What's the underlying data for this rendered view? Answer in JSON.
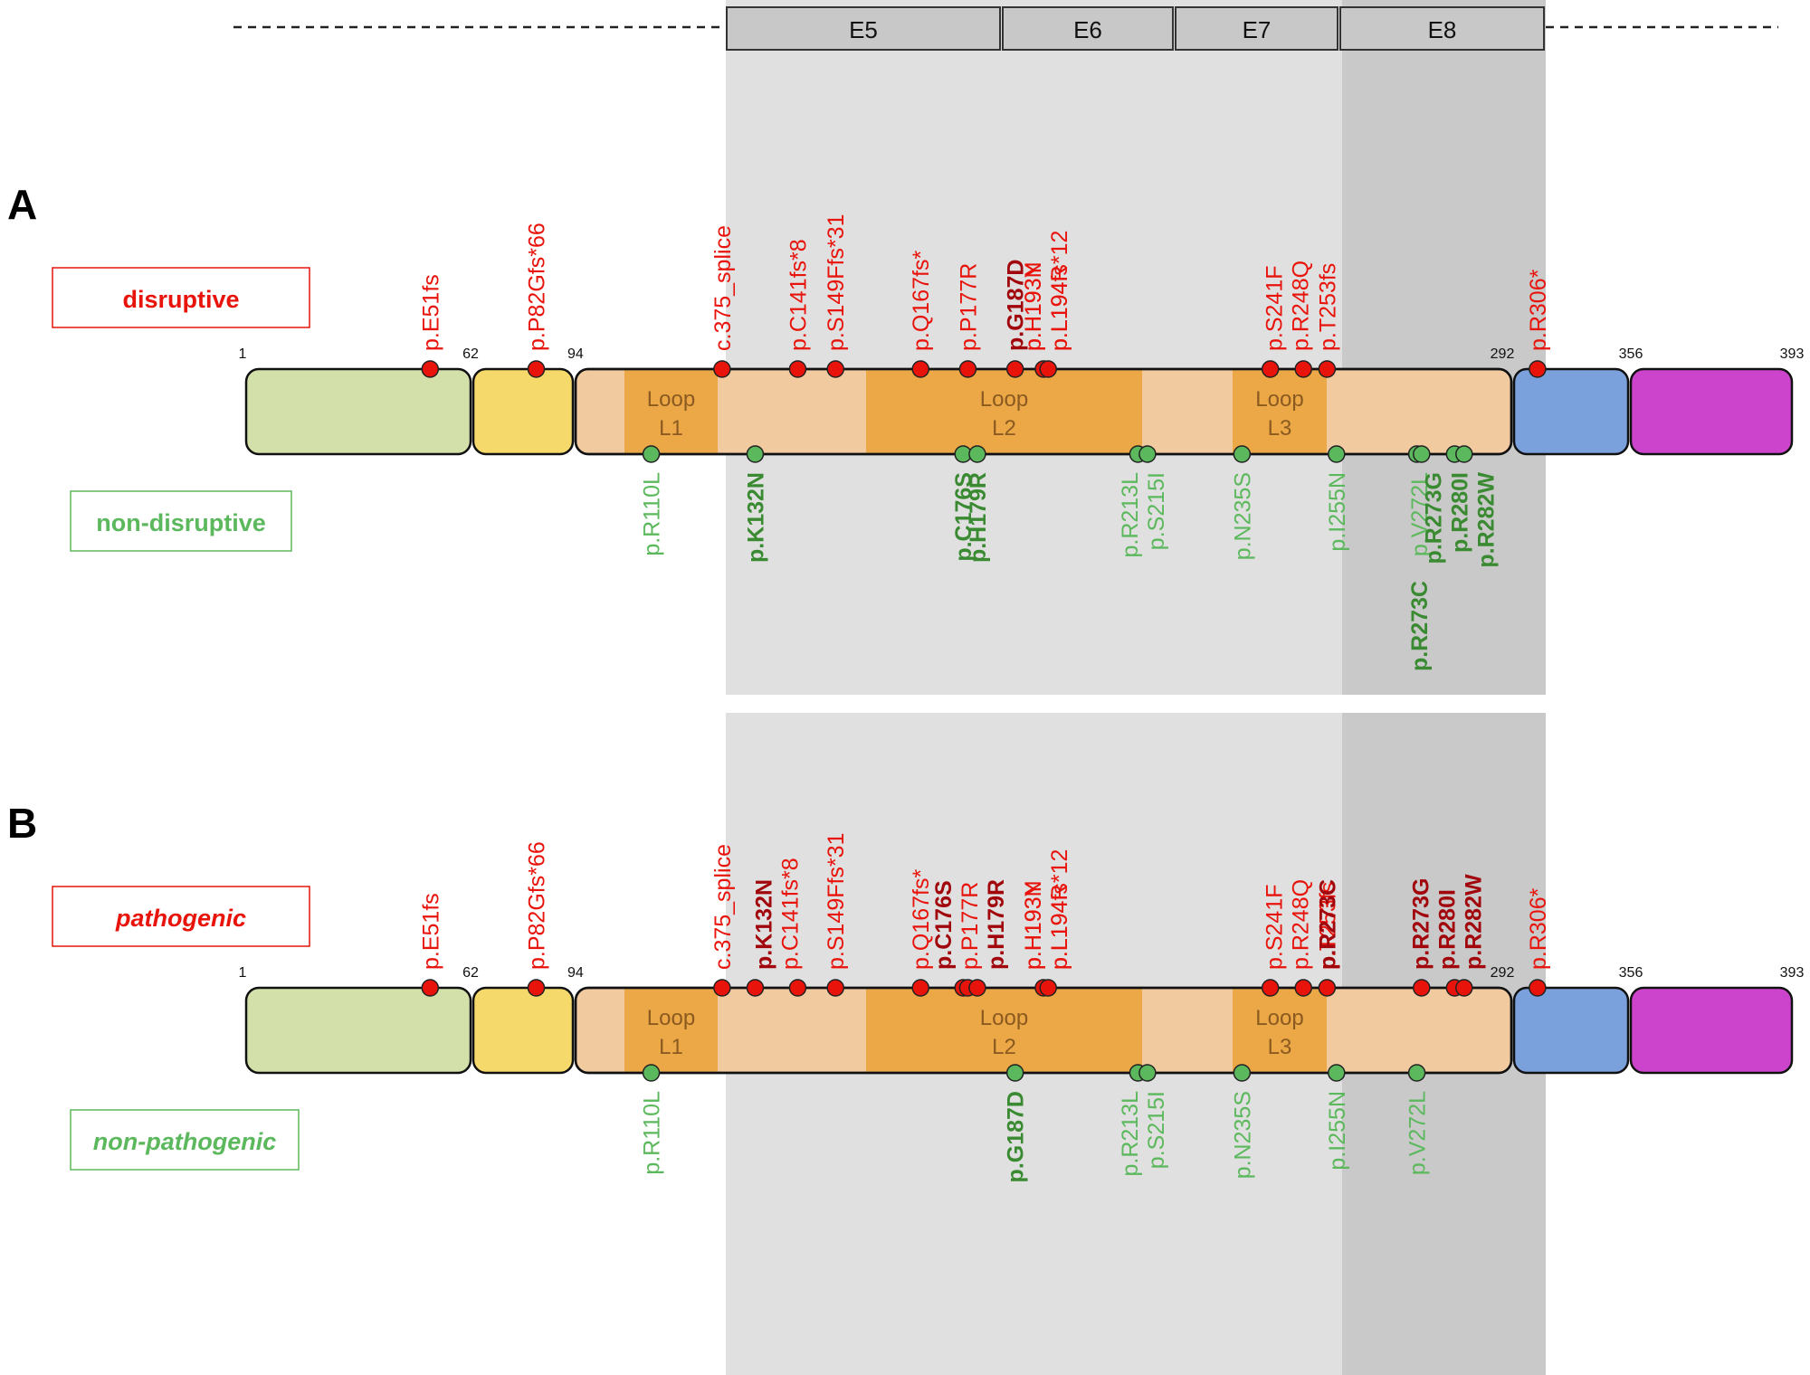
{
  "exons": [
    {
      "label": "E5"
    },
    {
      "label": "E6"
    },
    {
      "label": "E7"
    },
    {
      "label": "E8"
    }
  ],
  "domain_colors": {
    "d1": "#d4e0aa",
    "d2": "#f5d96b",
    "d3": "#f1caa0",
    "loop": "#eca846",
    "d4": "#7ba1dc",
    "d5": "#cc44cc",
    "shade_light": "#e0e0e0",
    "shade_dark": "#c9c9c9",
    "exon_fill": "#c8c8c8",
    "red": "#e8140c",
    "dark_red": "#a0060c",
    "green": "#5cb85c",
    "dark_green": "#3a8a32"
  },
  "loops": [
    {
      "line1": "Loop",
      "line2": "L1"
    },
    {
      "line1": "Loop",
      "line2": "L2"
    },
    {
      "line1": "Loop",
      "line2": "L3"
    }
  ],
  "boundaries": [
    {
      "label": "1",
      "pos": 1
    },
    {
      "label": "62",
      "pos": 62
    },
    {
      "label": "94",
      "pos": 94
    },
    {
      "label": "292",
      "pos": 292
    },
    {
      "label": "356",
      "pos": 356
    },
    {
      "label": "393",
      "pos": 393
    }
  ],
  "panels": [
    {
      "letter": "A",
      "top_label": "disruptive",
      "bottom_label": "non-disruptive",
      "italic": false,
      "above": [
        {
          "dots": [
            {
              "pos": 51
            }
          ],
          "lines": [
            {
              "t": "p.E51fs",
              "b": false
            }
          ]
        },
        {
          "dots": [
            {
              "pos": 82
            }
          ],
          "lines": [
            {
              "t": "p.P82Gfs*66",
              "b": false
            }
          ]
        },
        {
          "dots": [
            {
              "pos": 125
            }
          ],
          "lines": [
            {
              "t": "c.375_splice",
              "b": false
            }
          ]
        },
        {
          "dots": [
            {
              "pos": 141
            }
          ],
          "lines": [
            {
              "t": "p.C141fs*8",
              "b": false
            }
          ]
        },
        {
          "dots": [
            {
              "pos": 149
            }
          ],
          "lines": [
            {
              "t": "p.S149Ffs*31",
              "b": false
            }
          ]
        },
        {
          "dots": [
            {
              "pos": 167
            }
          ],
          "lines": [
            {
              "t": "p.Q167fs*",
              "b": false
            }
          ]
        },
        {
          "dots": [
            {
              "pos": 177
            }
          ],
          "lines": [
            {
              "t": "p.P177R",
              "b": false
            }
          ]
        },
        {
          "dots": [
            {
              "pos": 187
            }
          ],
          "lines": [
            {
              "t": "p.G187D",
              "b": true
            }
          ]
        },
        {
          "dots": [
            {
              "pos": 193
            },
            {
              "pos": 194
            }
          ],
          "lines": [
            {
              "t": "p.H193Y",
              "b": false
            },
            {
              "t": "p.L194fs*12",
              "b": false
            }
          ]
        },
        {
          "dots": [],
          "lines": [
            {
              "t": "p.H193N",
              "b": false
            },
            {
              "t": "p.L194R",
              "b": false
            }
          ]
        },
        {
          "dots": [
            {
              "pos": 241
            },
            {
              "pos": 248
            }
          ],
          "lines": [
            {
              "t": "p.S241F",
              "b": false
            },
            {
              "t": "p.R248Q",
              "b": false
            }
          ]
        },
        {
          "dots": [
            {
              "pos": 253
            }
          ],
          "lines": [
            {
              "t": "p.T253fs",
              "b": false
            }
          ]
        },
        {
          "dots": [
            {
              "pos": 306
            }
          ],
          "lines": [
            {
              "t": "p.R306*",
              "b": false
            }
          ]
        }
      ],
      "below": [
        {
          "dots": [
            {
              "pos": 110
            }
          ],
          "lines": [
            {
              "t": "p.R110L",
              "b": false
            }
          ]
        },
        {
          "dots": [
            {
              "pos": 132
            }
          ],
          "lines": [
            {
              "t": "p.K132N",
              "b": true
            }
          ]
        },
        {
          "dots": [
            {
              "pos": 176
            }
          ],
          "lines": [
            {
              "t": "p.C176S",
              "b": true
            }
          ]
        },
        {
          "dots": [
            {
              "pos": 179
            }
          ],
          "lines": [
            {
              "t": "p.H179R",
              "b": true
            }
          ]
        },
        {
          "dots": [
            {
              "pos": 213
            },
            {
              "pos": 215
            }
          ],
          "lines": [
            {
              "t": "p.R213L",
              "b": false
            },
            {
              "t": "p.S215I",
              "b": false
            }
          ]
        },
        {
          "dots": [
            {
              "pos": 235
            }
          ],
          "lines": [
            {
              "t": "p.N235S",
              "b": false
            }
          ]
        },
        {
          "dots": [
            {
              "pos": 255
            }
          ],
          "lines": [
            {
              "t": "p.I255N",
              "b": false
            }
          ]
        },
        {
          "dots": [
            {
              "pos": 272
            },
            {
              "pos": 273
            }
          ],
          "lines": [
            {
              "t": "p.V272L",
              "b": false
            }
          ]
        },
        {
          "dots": [],
          "lines": [
            {
              "t": "p.R273C",
              "b": true
            }
          ]
        },
        {
          "dots": [
            {
              "pos": 280
            },
            {
              "pos": 282
            }
          ],
          "lines": [
            {
              "t": "p.R273G",
              "b": true
            },
            {
              "t": "p.R280I",
              "b": true
            },
            {
              "t": "p.R282W",
              "b": true
            }
          ]
        }
      ]
    },
    {
      "letter": "B",
      "top_label": "pathogenic",
      "bottom_label": "non-pathogenic",
      "italic": true,
      "above": [
        {
          "dots": [
            {
              "pos": 51
            }
          ],
          "lines": [
            {
              "t": "p.E51fs",
              "b": false
            }
          ]
        },
        {
          "dots": [
            {
              "pos": 82
            }
          ],
          "lines": [
            {
              "t": "p.P82Gfs*66",
              "b": false
            }
          ]
        },
        {
          "dots": [
            {
              "pos": 125
            }
          ],
          "lines": [
            {
              "t": "c.375_splice",
              "b": false
            }
          ]
        },
        {
          "dots": [
            {
              "pos": 132
            },
            {
              "pos": 141
            }
          ],
          "lines": [
            {
              "t": "p.K132N",
              "b": true
            },
            {
              "t": "p.C141fs*8",
              "b": false
            }
          ]
        },
        {
          "dots": [
            {
              "pos": 149
            }
          ],
          "lines": [
            {
              "t": "p.S149Ffs*31",
              "b": false
            }
          ]
        },
        {
          "dots": [
            {
              "pos": 167
            }
          ],
          "lines": [
            {
              "t": "p.Q167fs*",
              "b": false
            }
          ]
        },
        {
          "dots": [
            {
              "pos": 176
            },
            {
              "pos": 177
            },
            {
              "pos": 179
            }
          ],
          "lines": [
            {
              "t": "p.C176S",
              "b": true
            },
            {
              "t": "p.P177R",
              "b": false
            },
            {
              "t": "p.H179R",
              "b": true
            }
          ]
        },
        {
          "dots": [
            {
              "pos": 193
            },
            {
              "pos": 194
            }
          ],
          "lines": [
            {
              "t": "p.H193Y",
              "b": false
            },
            {
              "t": "p.L194fs*12",
              "b": false
            }
          ]
        },
        {
          "dots": [],
          "lines": [
            {
              "t": "p.H193N",
              "b": false
            },
            {
              "t": "p.L194R",
              "b": false
            }
          ]
        },
        {
          "dots": [
            {
              "pos": 241
            },
            {
              "pos": 248
            }
          ],
          "lines": [
            {
              "t": "p.S241F",
              "b": false
            },
            {
              "t": "p.R248Q",
              "b": false
            }
          ]
        },
        {
          "dots": [
            {
              "pos": 253
            }
          ],
          "lines": [
            {
              "t": "p.T253fs",
              "b": false
            }
          ]
        },
        {
          "dots": [],
          "lines": [
            {
              "t": "p.R273C",
              "b": true
            }
          ]
        },
        {
          "dots": [
            {
              "pos": 273
            },
            {
              "pos": 280
            },
            {
              "pos": 282
            }
          ],
          "lines": [
            {
              "t": "p.R273G",
              "b": true
            },
            {
              "t": "p.R280I",
              "b": true
            },
            {
              "t": "p.R282W",
              "b": true
            }
          ]
        },
        {
          "dots": [
            {
              "pos": 306
            }
          ],
          "lines": [
            {
              "t": "p.R306*",
              "b": false
            }
          ]
        }
      ],
      "below": [
        {
          "dots": [
            {
              "pos": 110
            }
          ],
          "lines": [
            {
              "t": "p.R110L",
              "b": false
            }
          ]
        },
        {
          "dots": [
            {
              "pos": 187
            }
          ],
          "lines": [
            {
              "t": "p.G187D",
              "b": true
            }
          ]
        },
        {
          "dots": [
            {
              "pos": 213
            },
            {
              "pos": 215
            }
          ],
          "lines": [
            {
              "t": "p.R213L",
              "b": false
            },
            {
              "t": "p.S215I",
              "b": false
            }
          ]
        },
        {
          "dots": [
            {
              "pos": 235
            }
          ],
          "lines": [
            {
              "t": "p.N235S",
              "b": false
            }
          ]
        },
        {
          "dots": [
            {
              "pos": 255
            }
          ],
          "lines": [
            {
              "t": "p.I255N",
              "b": false
            }
          ]
        },
        {
          "dots": [
            {
              "pos": 272
            }
          ],
          "lines": [
            {
              "t": "p.V272L",
              "b": false
            }
          ]
        }
      ]
    }
  ]
}
